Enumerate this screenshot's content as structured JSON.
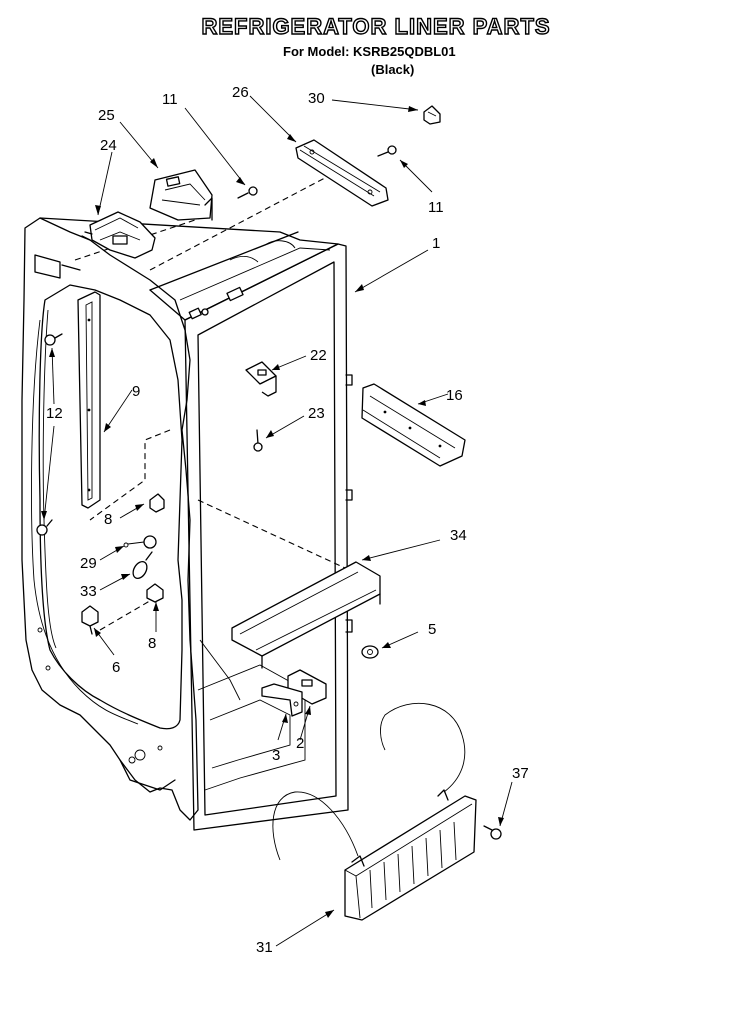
{
  "header": {
    "title": "REFRIGERATOR LINER PARTS",
    "model_line": "For Model: KSRB25QDBL01",
    "color_line": "(Black)"
  },
  "callouts": {
    "c1": "1",
    "c2": "2",
    "c3": "3",
    "c5": "5",
    "c6": "6",
    "c8a": "8",
    "c8b": "8",
    "c9": "9",
    "c11a": "11",
    "c11b": "11",
    "c12": "12",
    "c16": "16",
    "c22": "22",
    "c23": "23",
    "c24": "24",
    "c25": "25",
    "c26": "26",
    "c29": "29",
    "c30": "30",
    "c31": "31",
    "c33": "33",
    "c34": "34",
    "c37": "37"
  }
}
